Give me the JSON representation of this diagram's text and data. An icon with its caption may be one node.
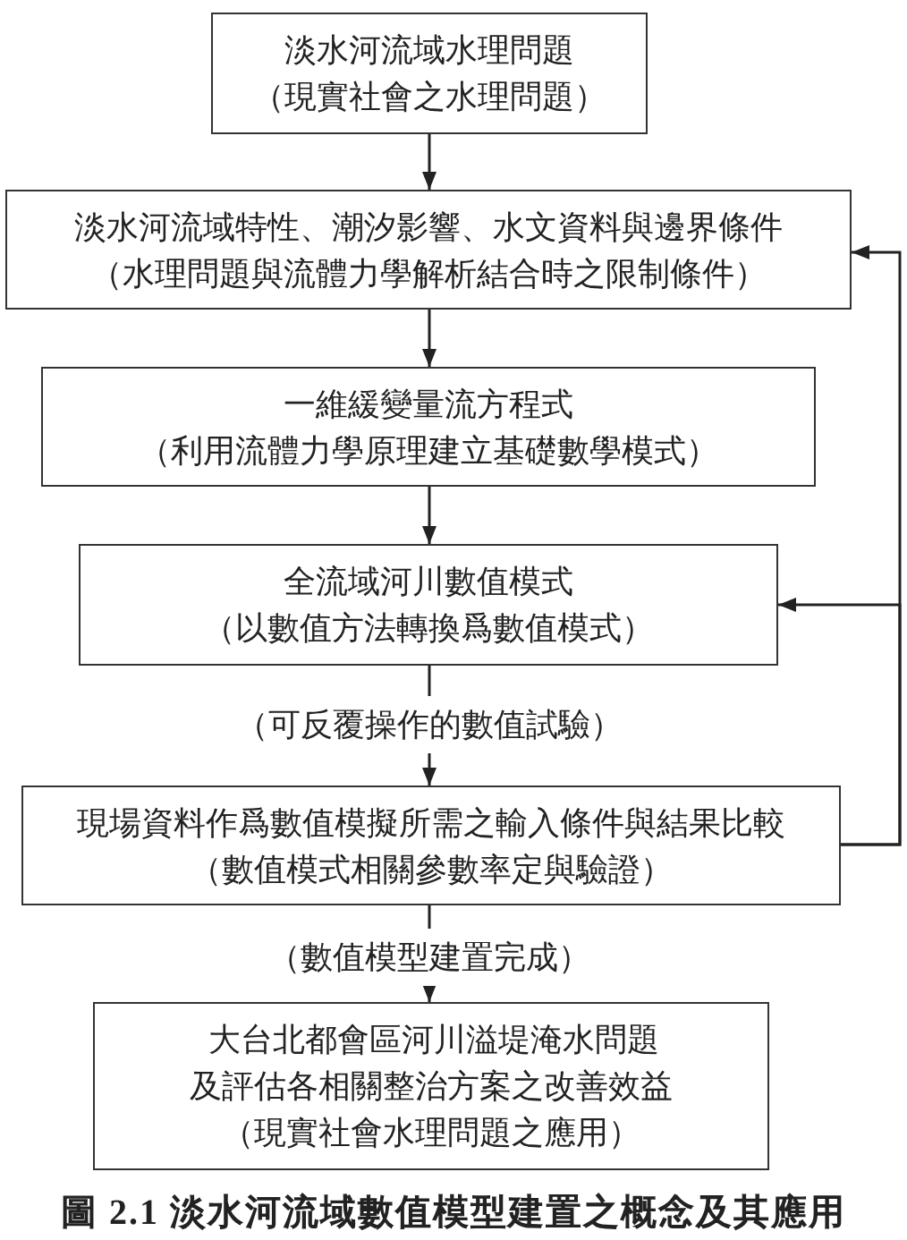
{
  "diagram": {
    "caption": "圖 2.1 淡水河流域數值模型建置之概念及其應用",
    "nodes": [
      {
        "text": [
          "淡水河流域水理問題",
          "（現實社會之水理問題）"
        ]
      },
      {
        "text": [
          "淡水河流域特性、潮汐影響、水文資料與邊界條件",
          "（水理問題與流體力學解析結合時之限制條件）"
        ]
      },
      {
        "text": [
          "一維緩變量流方程式",
          "（利用流體力學原理建立基礎數學模式）"
        ]
      },
      {
        "text": [
          "全流域河川數值模式",
          "（以數值方法轉換爲數值模式）"
        ]
      },
      {
        "text": [
          "現場資料作爲數值模擬所需之輸入條件與結果比較",
          "（數值模式相關參數率定與驗證）"
        ]
      },
      {
        "text": [
          "大台北都會區河川溢堤淹水問題及評估各相關整治方案之改善效益",
          "（現實社會水理問題之應用）"
        ]
      }
    ],
    "edges": [
      {
        "from": 0,
        "to": 1,
        "arrow": "to"
      },
      {
        "from": 1,
        "to": 2,
        "arrow": "to"
      },
      {
        "from": 2,
        "to": 3,
        "arrow": "to"
      },
      {
        "from": 3,
        "to": 4,
        "arrow": "to",
        "label": "（可反覆操作的數值試驗）"
      },
      {
        "from": 4,
        "to": 5,
        "arrow": "to",
        "label": "（數值模型建置完成）"
      },
      {
        "from": 4,
        "to": 1,
        "arrow": "to"
      },
      {
        "from": 4,
        "to": 3,
        "arrow": "to"
      }
    ]
  }
}
